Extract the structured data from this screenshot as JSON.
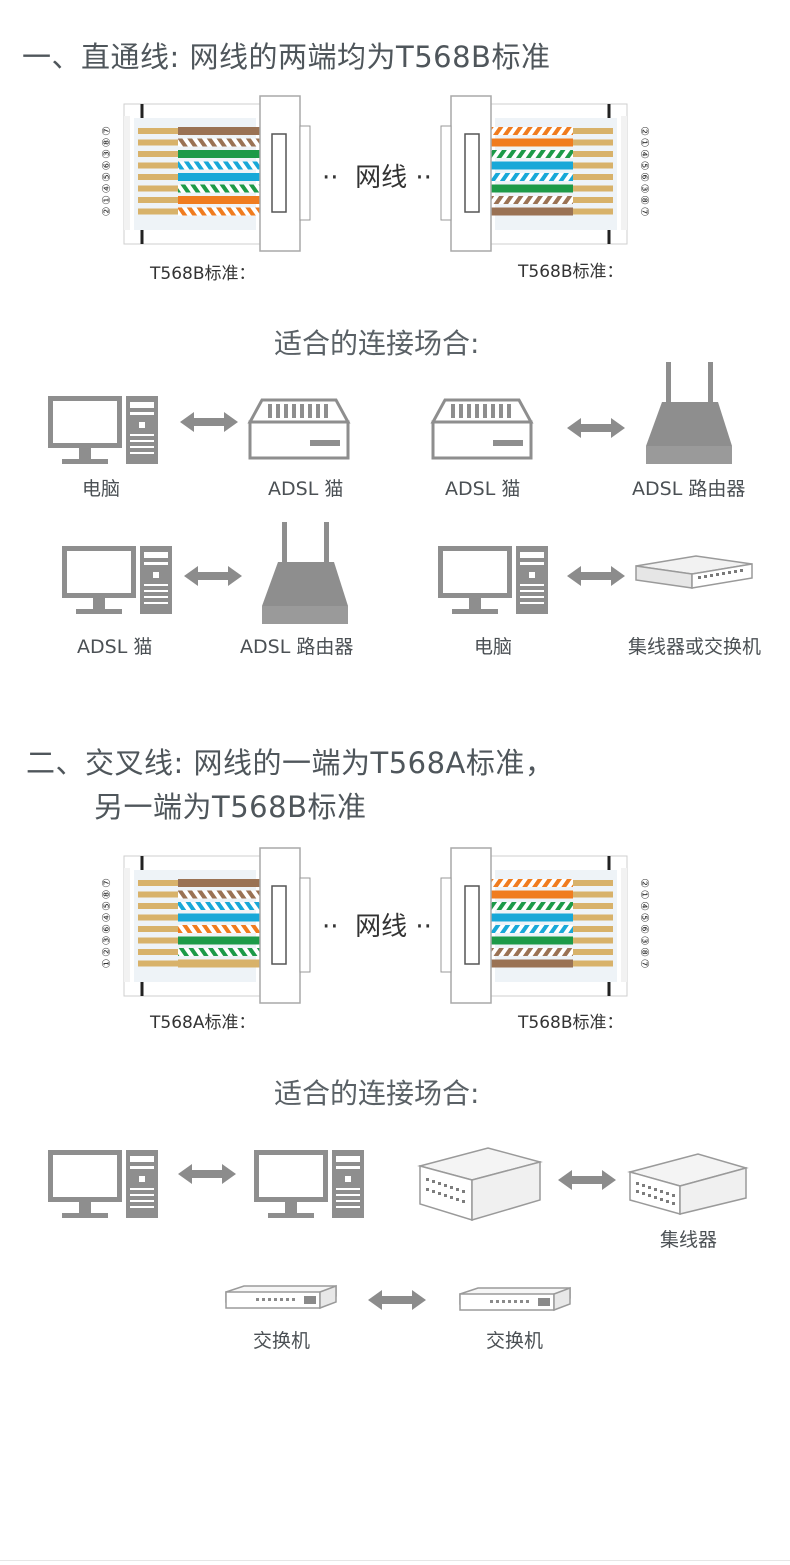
{
  "colors": {
    "orange": "#f07c1f",
    "green": "#1d9a48",
    "blue": "#18a8d8",
    "brown": "#9a7254",
    "gray": "#a8a8a8",
    "gold": "#d8b26a",
    "text": "#4f565b"
  },
  "section1": {
    "title": "一、直通线: 网线的两端均为T568B标准",
    "left_standard": "T568B标准：",
    "right_standard": "T568B标准：",
    "cable_label": "网线",
    "left_pins": [
      "⑦",
      "⑧",
      "③",
      "⑥",
      "⑤",
      "④",
      "①",
      "②"
    ],
    "right_pins": [
      "②",
      "①",
      "④",
      "⑤",
      "⑥",
      "③",
      "⑧",
      "⑦"
    ],
    "scenarios_title": "适合的连接场合:",
    "pairs": [
      {
        "left": "电脑",
        "right": "ADSL 猫",
        "left_icon": "computer-icon",
        "right_icon": "modem-icon"
      },
      {
        "left": "ADSL 猫",
        "right": "ADSL 路由器",
        "left_icon": "modem-icon",
        "right_icon": "router-icon"
      },
      {
        "left": "ADSL 猫",
        "right": "ADSL 路由器",
        "left_icon": "computer-icon",
        "right_icon": "router-icon"
      },
      {
        "left": "电脑",
        "right": "集线器或交换机",
        "left_icon": "computer-icon",
        "right_icon": "switch-icon"
      }
    ]
  },
  "section2": {
    "title_line1": "二、交叉线: 网线的一端为T568A标准，",
    "title_line2": "另一端为T568B标准",
    "left_standard": "T568A标准：",
    "right_standard": "T568B标准：",
    "cable_label": "网线",
    "left_pins": [
      "⑦",
      "⑧",
      "⑤",
      "④",
      "⑥",
      "③",
      "②",
      "①"
    ],
    "right_pins": [
      "②",
      "①",
      "④",
      "⑤",
      "⑥",
      "③",
      "⑧",
      "⑦"
    ],
    "scenarios_title": "适合的连接场合:",
    "pairs": [
      {
        "left": "",
        "right": "",
        "left_icon": "computer-icon",
        "right_icon": "computer-icon"
      },
      {
        "left": "",
        "right": "集线器",
        "left_icon": "hub-icon",
        "right_icon": "hub-icon"
      },
      {
        "left": "交换机",
        "right": "交换机",
        "left_icon": "switch-icon",
        "right_icon": "switch-icon"
      }
    ]
  }
}
